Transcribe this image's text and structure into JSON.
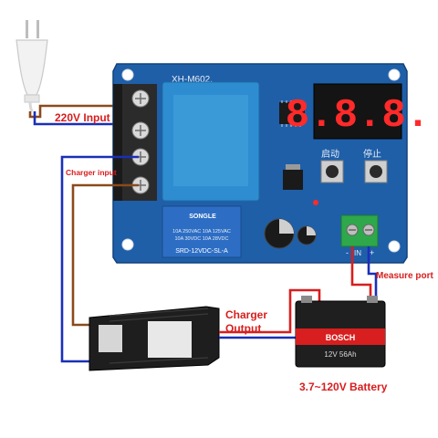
{
  "board": {
    "model": "XH-M602.",
    "button_start": "启动",
    "button_stop": "停止",
    "display_digits": "8.8.8.",
    "terminal_minus": "-",
    "terminal_in": "IN",
    "terminal_plus": "+",
    "relay_brand": "SONGLE",
    "relay_line1": "10A 250VAC  10A 125VAC",
    "relay_line2": "10A  30VDC  10A  28VDC",
    "relay_model": "SRD-12VDC-SL-A"
  },
  "labels": {
    "ac_input": "220V Input",
    "charger_input": "Charger input",
    "charger_output_line1": "Charger",
    "charger_output_line2": "Output",
    "measure_port": "Measure port",
    "battery": "3.7~120V Battery"
  },
  "battery_face": {
    "brand": "BOSCH",
    "spec": "12V 56Ah"
  },
  "colors": {
    "board": "#1f5fa8",
    "wire_brown": "#8b4a1c",
    "wire_blue": "#1a2fb8",
    "wire_red": "#d81e1e",
    "label_red": "#d81e1e",
    "label_blue": "#1a2fb8"
  }
}
